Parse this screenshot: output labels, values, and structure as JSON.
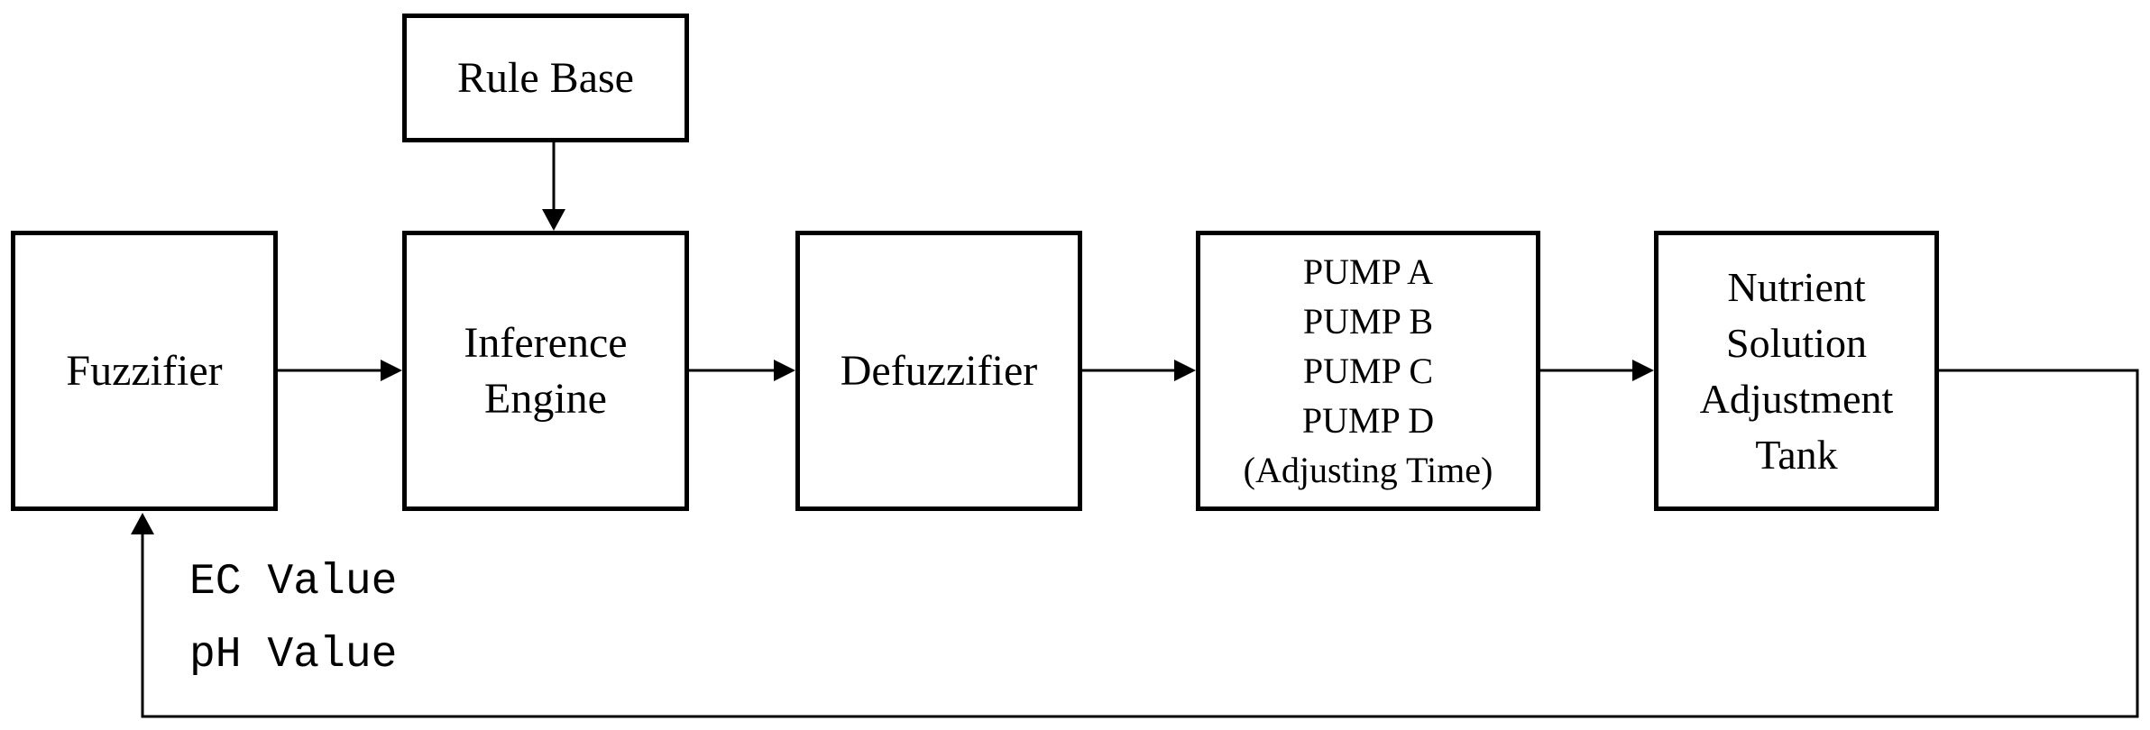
{
  "diagram": {
    "rule_base": "Rule Base",
    "fuzzifier": "Fuzzifier",
    "inference_engine": [
      "Inference",
      "Engine"
    ],
    "defuzzifier": "Defuzzifier",
    "pumps": [
      "PUMP A",
      "PUMP B",
      "PUMP C",
      "PUMP D",
      "(Adjusting Time)"
    ],
    "tank": [
      "Nutrient",
      "Solution",
      "Adjustment",
      "Tank"
    ],
    "feedback_labels": [
      "EC Value",
      "pH Value"
    ]
  }
}
